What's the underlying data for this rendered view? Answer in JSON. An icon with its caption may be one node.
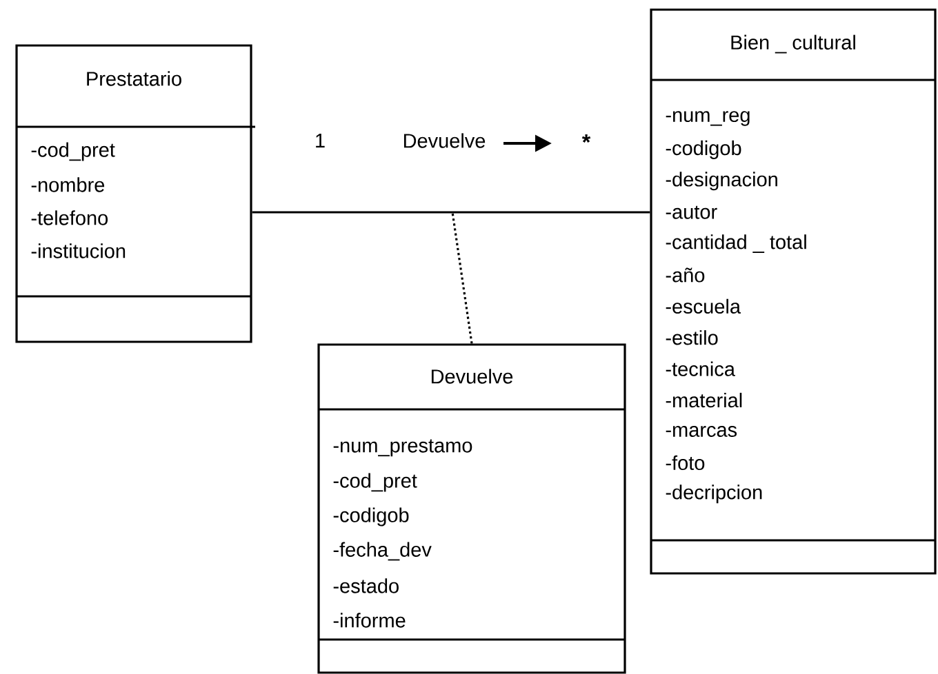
{
  "diagram": {
    "nodes": [
      {
        "text": [
          "Prestatario",
          "-cod_pret",
          "-nombre",
          "-telefono",
          "-institucion"
        ]
      },
      {
        "text": [
          "Bien _ cultural",
          "-num_reg",
          "-codigob",
          "-designacion",
          "-autor",
          "-cantidad _ total",
          "-año",
          "-escuela",
          "-estilo",
          "-tecnica",
          "-material",
          "-marcas",
          "-foto",
          "-decripcion"
        ]
      },
      {
        "text": [
          "Devuelve",
          "-num_prestamo",
          "-cod_pret",
          "-codigob",
          "-fecha_dev",
          "-estado",
          "-informe"
        ]
      }
    ],
    "edges": [
      {
        "from": 0,
        "to": 1,
        "arrow": "none",
        "label": "Devuelve"
      },
      {
        "from": 2,
        "to": null,
        "arrow": "none",
        "style": "dashed"
      }
    ],
    "labels": [
      "1",
      "*"
    ]
  }
}
